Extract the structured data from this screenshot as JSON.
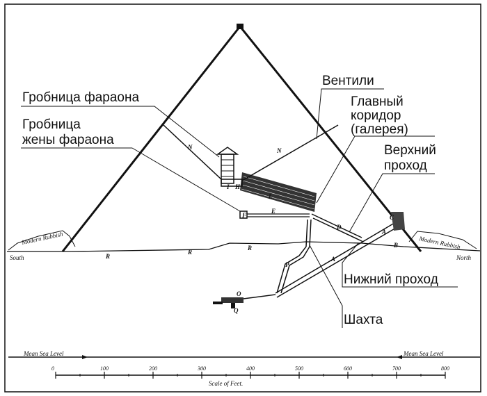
{
  "callouts": {
    "pharaoh_tomb": "Гробница фараона",
    "queen_tomb_line1": "Гробница",
    "queen_tomb_line2": "жены фараона",
    "vents": "Вентили",
    "gallery_line1": "Главный",
    "gallery_line2": "коридор",
    "gallery_line3": "(галерея)",
    "upper_line1": "Верхний",
    "upper_line2": "проход",
    "lower": "Нижний проход",
    "shaft": "Шахта"
  },
  "ground": {
    "south": "South",
    "north": "North",
    "south_rubbish": "Modern Rubbish",
    "north_rubbish": "Modern Rubbish"
  },
  "sea_level": {
    "left": "Mean Sea Level",
    "right": "Mean Sea Level"
  },
  "scale": {
    "title": "Scale of Feet.",
    "ticks": [
      "0",
      "100",
      "200",
      "300",
      "400",
      "500",
      "600",
      "700",
      "800"
    ]
  },
  "letters": {
    "N1": "N",
    "N2": "N",
    "I": "I",
    "H": "H",
    "L": "L",
    "E": "E",
    "F": "F",
    "D": "D",
    "A1": "A",
    "B": "B",
    "C": "C",
    "R1": "R",
    "R2": "R",
    "R3": "R",
    "P": "P",
    "A2": "A",
    "O": "O",
    "Q": "Q"
  }
}
